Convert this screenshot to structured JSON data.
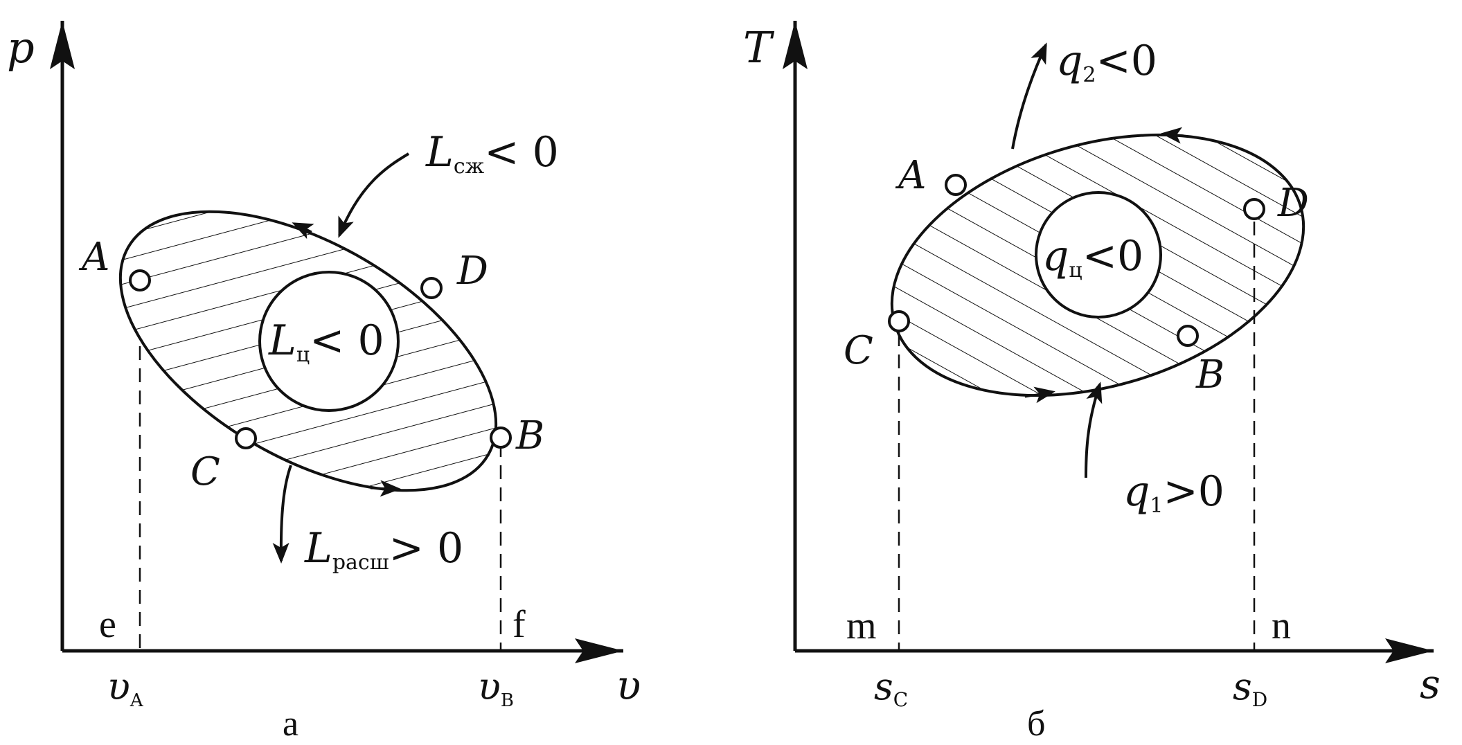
{
  "colors": {
    "ink": "#111111",
    "background": "#ffffff"
  },
  "panel_a": {
    "y_axis": "p",
    "x_axis": "υ",
    "points": {
      "A": "A",
      "B": "B",
      "C": "C",
      "D": "D"
    },
    "corner_left": "e",
    "corner_right": "f",
    "tick_left": {
      "main": "υ",
      "sub": "A"
    },
    "tick_right": {
      "main": "υ",
      "sub": "B"
    },
    "compression": {
      "main": "L",
      "sub": "сж",
      "rel": "< 0"
    },
    "cycle": {
      "main": "L",
      "sub": "ц",
      "rel": "< 0"
    },
    "expansion": {
      "main": "L",
      "sub": "расш",
      "rel": "> 0"
    },
    "caption": "а"
  },
  "panel_b": {
    "y_axis": "T",
    "x_axis": "s",
    "points": {
      "A": "A",
      "B": "B",
      "C": "C",
      "D": "D"
    },
    "corner_left": "m",
    "corner_right": "n",
    "tick_left": {
      "main": "s",
      "sub": "C"
    },
    "tick_right": {
      "main": "s",
      "sub": "D"
    },
    "heat_out": {
      "main": "q",
      "sub": "2",
      "rel": "<0"
    },
    "cycle": {
      "main": "q",
      "sub": "ц",
      "rel": "<0"
    },
    "heat_in": {
      "main": "q",
      "sub": "1",
      "rel": ">0"
    },
    "caption": "б"
  }
}
